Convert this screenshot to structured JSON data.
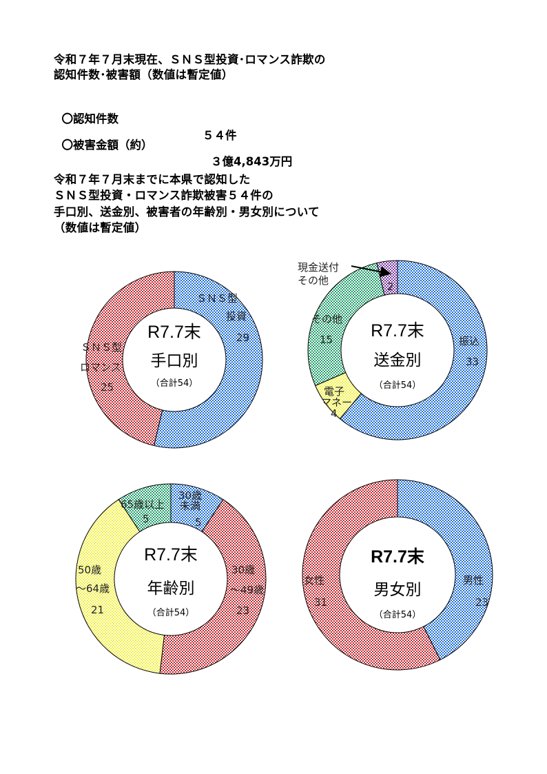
{
  "summary": {
    "title_line1": "令和７年７月末現在、ＳＮＳ型投資･ロマンス詐欺の",
    "title_line2": "認知件数･被害額（数値は暫定値）",
    "cases_label": "〇認知件数",
    "cases_value": "５４件",
    "damage_label": "〇被害金額（約）",
    "damage_value": "３億4,843万円"
  },
  "section": {
    "line1": "令和７年７月末までに本県で認知した",
    "line2": "ＳＮＳ型投資・ロマンス詐欺被害５４件の",
    "line3": "手口別、送金別、被害者の年齢別・男女別について",
    "line4": "（数値は暫定値）"
  },
  "colors": {
    "blue": "#1f6fd6",
    "red": "#c0282f",
    "green": "#1f9e6a",
    "yellow": "#f2f23a",
    "purple": "#7a3aa0"
  },
  "chart_data": [
    {
      "type": "pie",
      "variant": "donut",
      "title": "R7.7末 手口別",
      "center_line1": "R7.7末",
      "center_line2": "手口別",
      "center_line3": "（合計54）",
      "total": 54,
      "categories": [
        "ＳＮＳ型投資",
        "ＳＮＳ型ロマンス"
      ],
      "values": [
        29,
        25
      ],
      "colors": [
        "#1f6fd6",
        "#c0282f"
      ]
    },
    {
      "type": "pie",
      "variant": "donut",
      "title": "R7.7末 送金別",
      "center_line1": "R7.7末",
      "center_line2": "送金別",
      "center_line3": "（合計54）",
      "total": 54,
      "categories": [
        "振込",
        "電子マネー",
        "その他",
        "現金送付その他"
      ],
      "values": [
        33,
        4,
        15,
        2
      ],
      "colors": [
        "#1f6fd6",
        "#f2f23a",
        "#1f9e6a",
        "#7a3aa0"
      ]
    },
    {
      "type": "pie",
      "variant": "donut",
      "title": "R7.7末 年齢別",
      "center_line1": "R7.7末",
      "center_line2": "年齢別",
      "center_line3": "（合計54）",
      "total": 54,
      "categories": [
        "30歳未満",
        "30歳～49歳",
        "50歳～64歳",
        "65歳以上"
      ],
      "values": [
        5,
        23,
        21,
        5
      ],
      "colors": [
        "#1f6fd6",
        "#c0282f",
        "#f2f23a",
        "#1f9e6a"
      ]
    },
    {
      "type": "pie",
      "variant": "donut",
      "title": "R7.7末 男女別",
      "center_line1": "R7.7末",
      "center_line2": "男女別",
      "center_line3": "（合計54）",
      "total": 54,
      "categories": [
        "男性",
        "女性"
      ],
      "values": [
        23,
        31
      ],
      "colors": [
        "#1f6fd6",
        "#c0282f"
      ]
    }
  ],
  "labels": {
    "c1": {
      "inv_a": "ＳＮＳ型",
      "inv_b": "投資",
      "inv_v": "29",
      "rom_a": "ＳＮＳ型",
      "rom_b": "ロマンス",
      "rom_v": "25"
    },
    "c2": {
      "furi": "振込",
      "furi_v": "33",
      "em_a": "電子",
      "em_b": "マネー",
      "em_v": "4",
      "oth": "その他",
      "oth_v": "15",
      "cash_a": "現金送付",
      "cash_b": "その他",
      "cash_v": "2"
    },
    "c3": {
      "u30_a": "30歳",
      "u30_b": "未満",
      "u30_v": "5",
      "m30_a": "30歳",
      "m30_b": "～49歳",
      "m30_v": "23",
      "m50_a": "50歳",
      "m50_b": "～64歳",
      "m50_v": "21",
      "o65": "65歳以上",
      "o65_v": "5"
    },
    "c4": {
      "male": "男性",
      "male_v": "23",
      "female": "女性",
      "female_v": "31"
    }
  }
}
